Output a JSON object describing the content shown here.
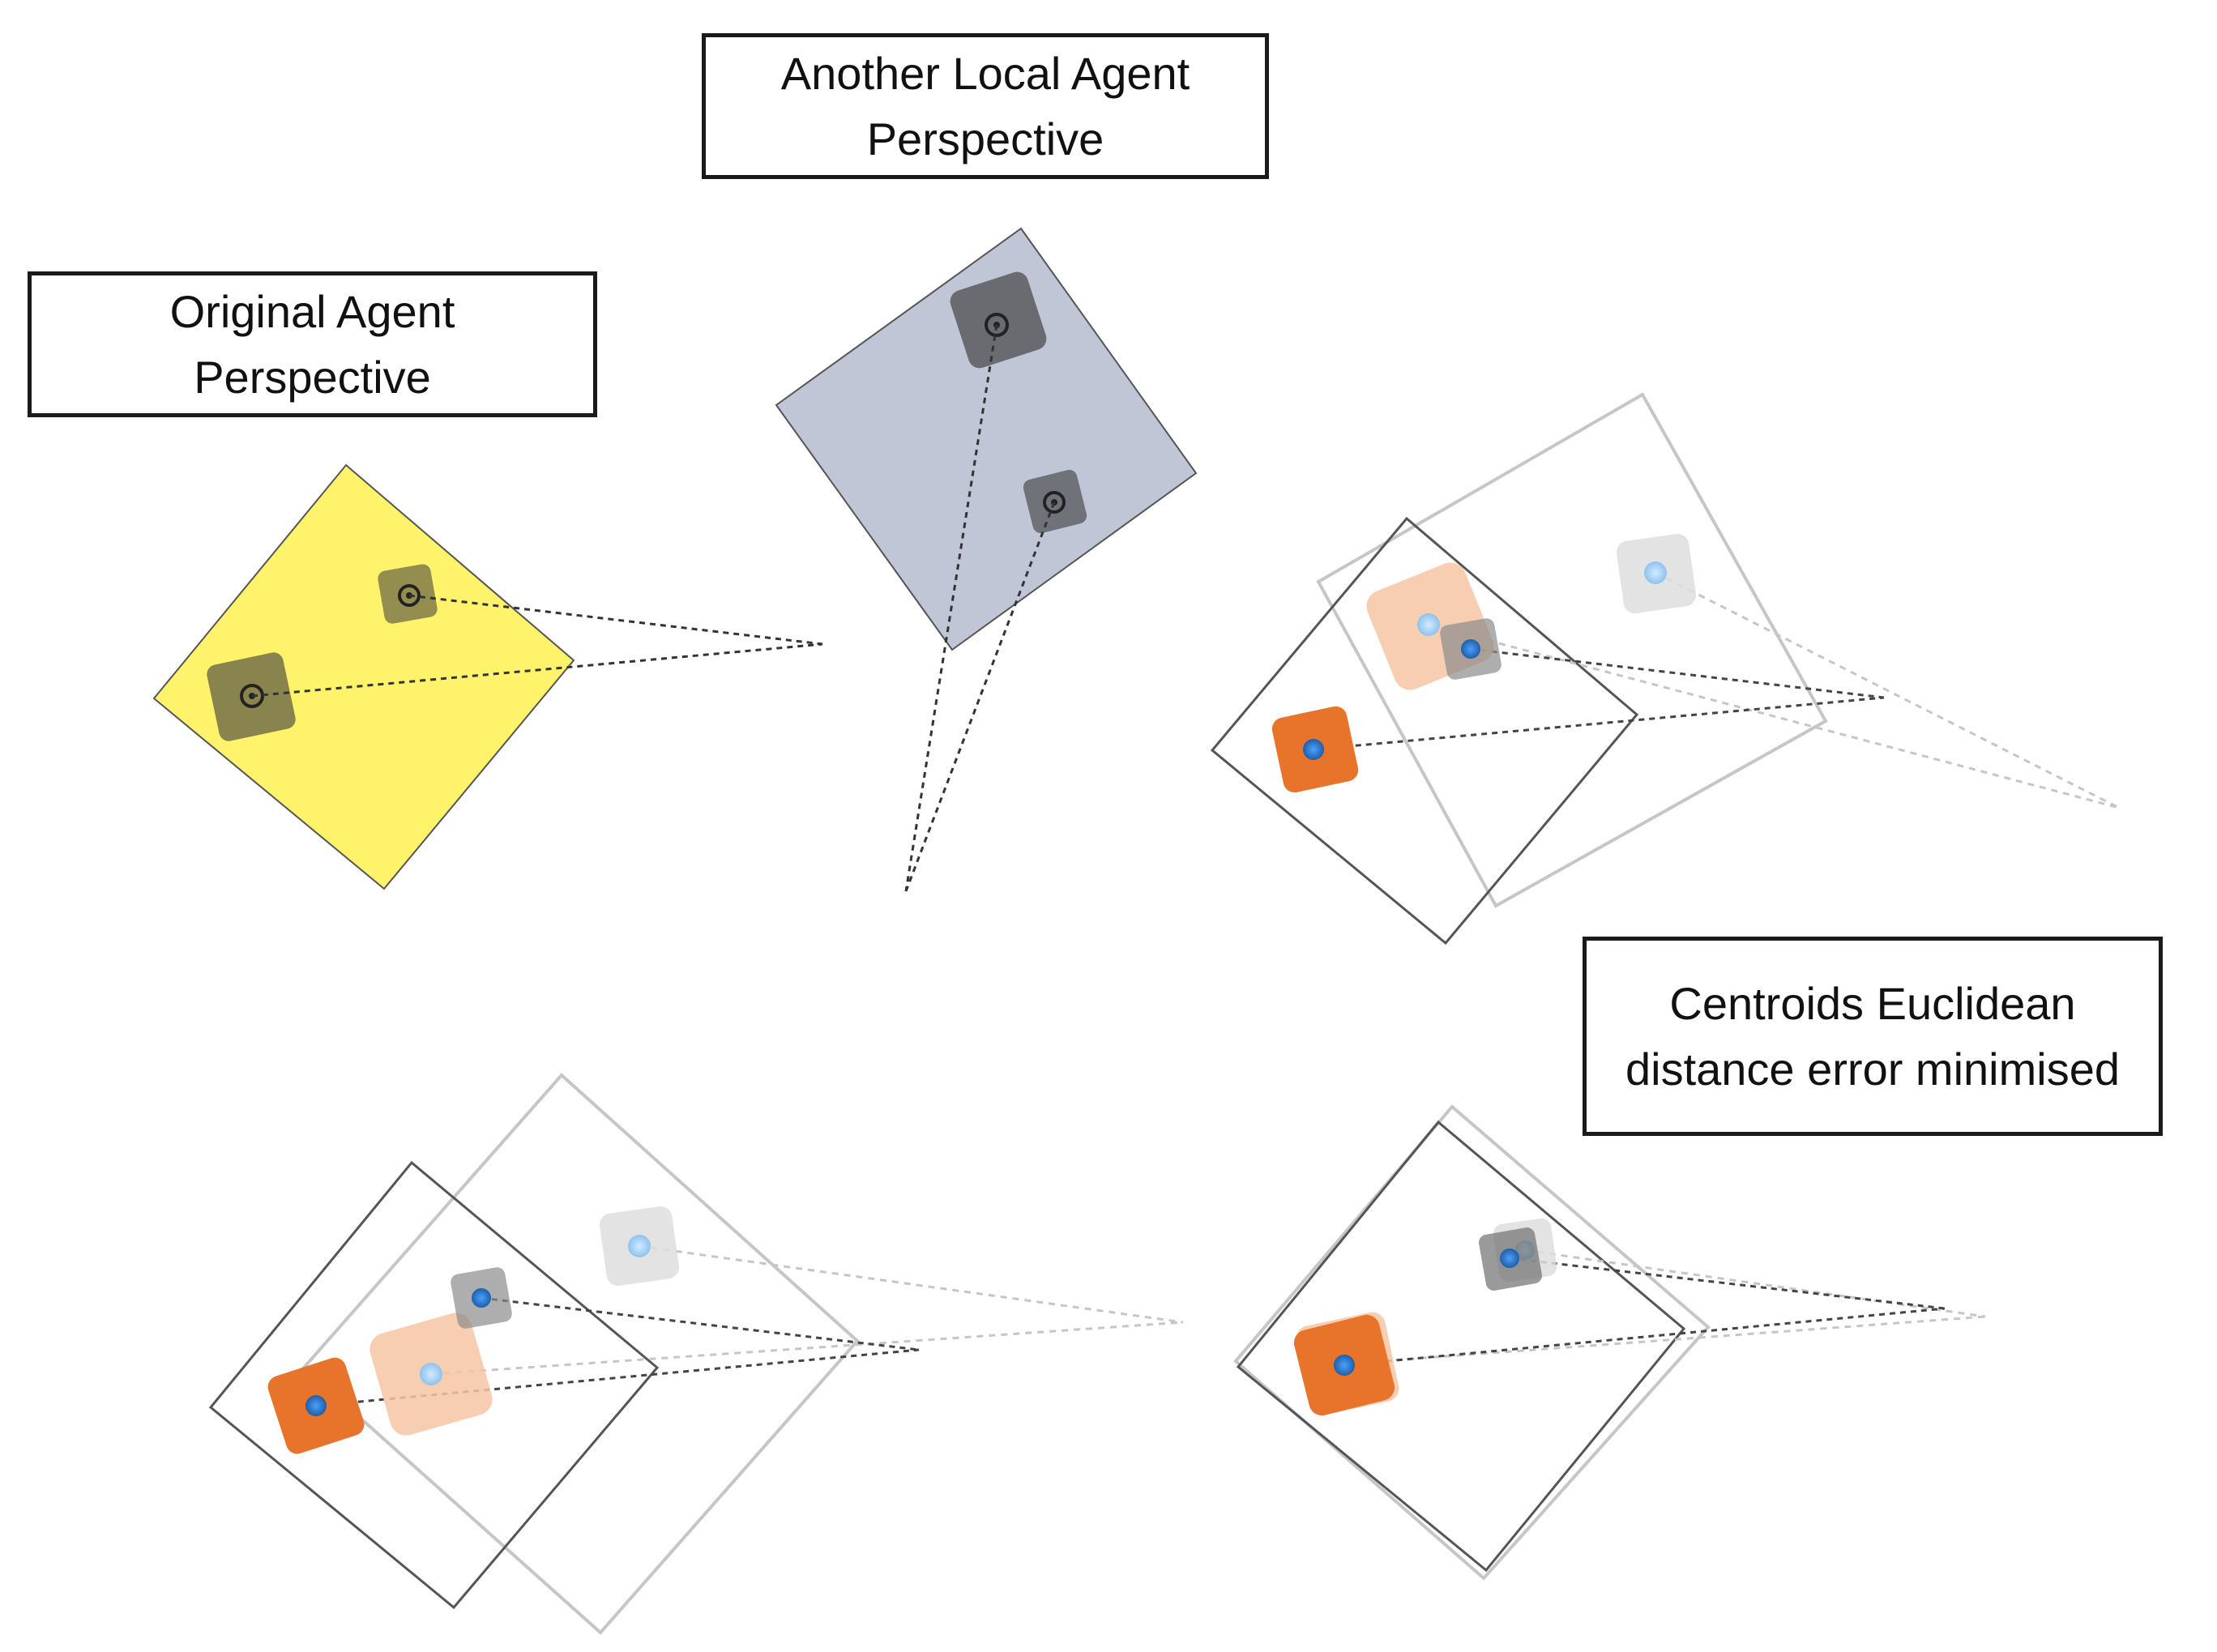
{
  "labels": {
    "original": "Original Agent\nPerspective",
    "another": "Another Local Agent\nPerspective",
    "centroids": "Centroids Euclidean\ndistance error minimised"
  },
  "colors": {
    "yellow_frame": "#fff36b",
    "blue_frame": "#c0c6d6",
    "dark_square": "#3a3a3a",
    "orange": "#e8742c",
    "orange_faded": "#f6c6a3",
    "grey_faded": "#dedede",
    "centroid_blue": "#2d7fd1",
    "centroid_light": "#a9d1f2",
    "frame_dark": "#555555",
    "frame_light": "#c6c6c6"
  }
}
